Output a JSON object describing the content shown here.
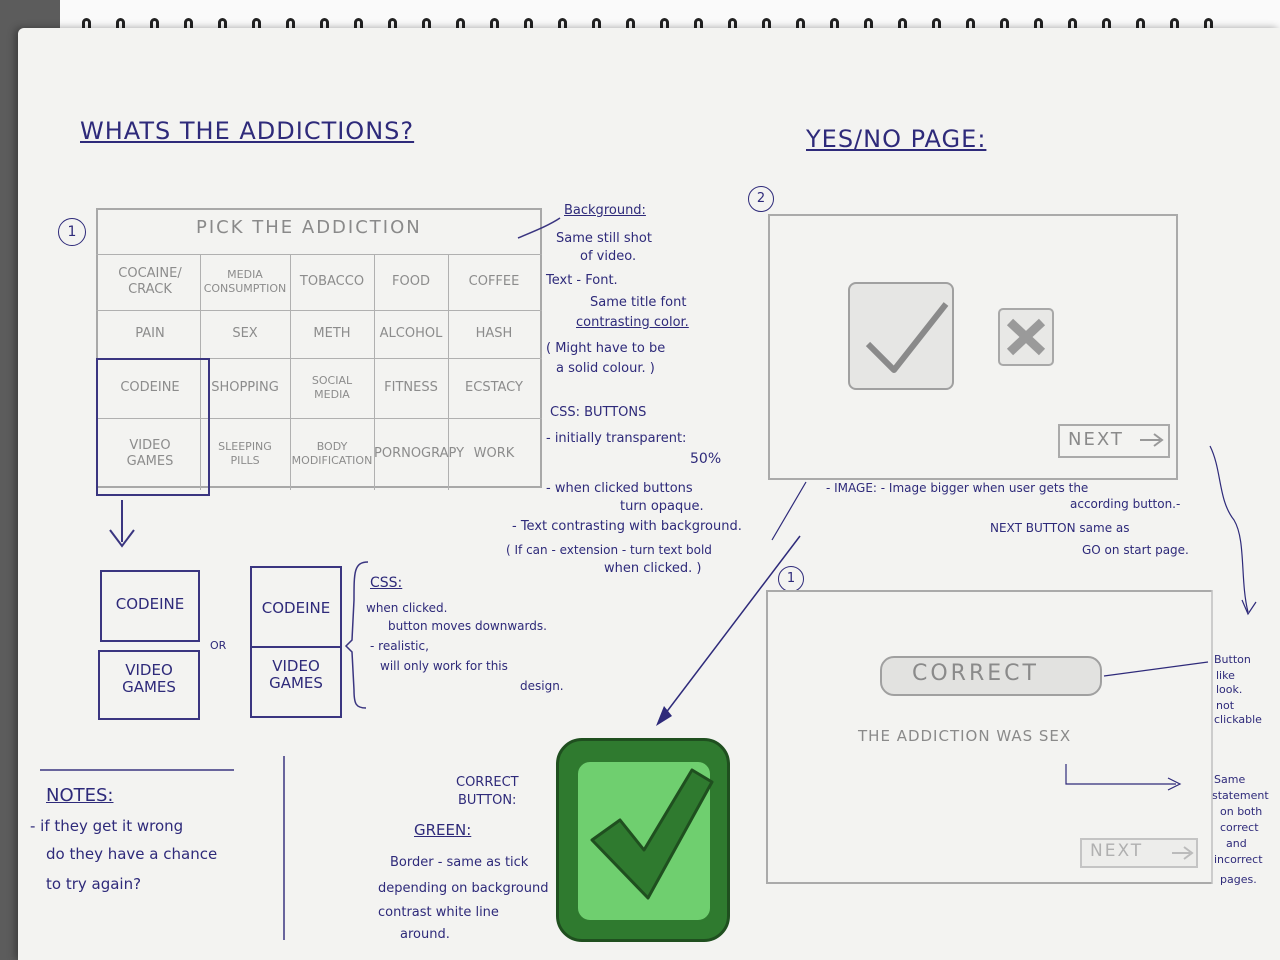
{
  "left": {
    "heading": "WHATS THE ADDICTIONS?",
    "step": "1",
    "grid": {
      "title": "PICK THE ADDICTION",
      "rows": [
        [
          "COCAINE/\nCRACK",
          "MEDIA\nCONSUMPTION",
          "TOBACCO",
          "FOOD",
          "COFFEE"
        ],
        [
          "PAIN",
          "SEX",
          "METH",
          "ALCOHOL",
          "HASH"
        ],
        [
          "CODEINE",
          "SHOPPING",
          "SOCIAL\nMEDIA",
          "FITNESS",
          "ECSTACY"
        ],
        [
          "VIDEO\nGAMES",
          "SLEEPING\nPILLS",
          "BODY\nMODIFICATION",
          "PORNOGRAPY",
          "WORK"
        ]
      ]
    },
    "annotations": {
      "background_head": "Background:",
      "background_lines": [
        "Same still shot",
        "of video."
      ],
      "text_font": "Text - Font.",
      "font_lines": [
        "Same title font",
        "contrasting color."
      ],
      "solid_lines": [
        "( Might have to be",
        "a solid colour. )"
      ],
      "css_buttons": "CSS: BUTTONS",
      "transparent_lines": [
        "- initially transparent:",
        "50%"
      ],
      "clicked_lines": [
        "- when clicked buttons",
        "turn opaque."
      ],
      "contrast_line": "- Text contrasting with background.",
      "extension_lines": [
        "( If can - extension - turn text bold",
        "when clicked. )"
      ]
    },
    "variants": {
      "a_top": "CODEINE",
      "a_bottom": "VIDEO\nGAMES",
      "or": "OR",
      "b_top": "CODEINE",
      "b_bottom": "VIDEO\nGAMES"
    },
    "css_note": {
      "head": "CSS:",
      "lines": [
        "when clicked.",
        "button moves downwards.",
        "- realistic,",
        "will only work for this",
        "design."
      ]
    },
    "notes": {
      "head": "NOTES:",
      "lines": [
        "- if they get it wrong",
        "do they have a chance",
        "to try again?"
      ]
    },
    "correct_button": {
      "head_lines": [
        "CORRECT",
        "BUTTON:"
      ],
      "green": "GREEN:",
      "lines": [
        "Border - same as tick",
        "depending on background",
        "contrast white line",
        "around."
      ]
    }
  },
  "right": {
    "heading": "YES/NO PAGE:",
    "step_top": "2",
    "next_label": "NEXT",
    "image_note_lines": [
      "- IMAGE: - Image bigger when user gets the",
      "according button.-"
    ],
    "next_note_lines": [
      "NEXT BUTTON same as",
      "GO on start page."
    ],
    "step_bottom": "1",
    "correct_label": "CORRECT",
    "statement": "THE ADDICTION WAS SEX",
    "next_label_2": "NEXT",
    "button_note_lines": [
      "Button",
      "like",
      "look.",
      "not",
      "clickable"
    ],
    "same_note_lines": [
      "Same",
      "statement",
      "on both",
      "correct",
      "and",
      "incorrect",
      "pages."
    ]
  },
  "colors": {
    "ink": "#2e2a7a",
    "pencil": "#8a8a8a",
    "green": "#5cc25c",
    "dark_green": "#2f7a2f",
    "paper": "#f3f3f1"
  }
}
